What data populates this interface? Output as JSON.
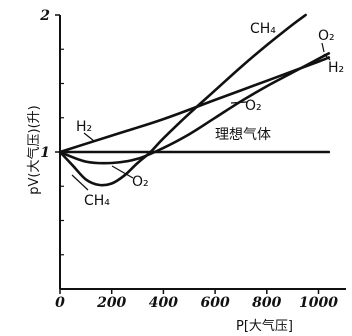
{
  "chart_data": {
    "type": "line",
    "xlabel": "P[大气压]",
    "ylabel": "pV(大气压)(升)",
    "xlim": [
      0,
      1050
    ],
    "ylim": [
      0,
      2
    ],
    "x_ticks": [
      {
        "value": 0,
        "label": "0"
      },
      {
        "value": 200,
        "label": "200"
      },
      {
        "value": 400,
        "label": "400"
      },
      {
        "value": 600,
        "label": "600"
      },
      {
        "value": 800,
        "label": "800"
      },
      {
        "value": 1000,
        "label": "1000"
      }
    ],
    "y_ticks": [
      {
        "value": 1,
        "label": "1"
      },
      {
        "value": 2,
        "label": "2"
      }
    ],
    "series": [
      {
        "name": "H₂",
        "x": [
          0,
          200,
          400,
          600,
          800,
          1000,
          1040
        ],
        "y": [
          1.0,
          1.12,
          1.24,
          1.38,
          1.52,
          1.66,
          1.69
        ]
      },
      {
        "name": "O₂",
        "x": [
          0,
          100,
          200,
          300,
          400,
          500,
          600,
          700,
          800,
          900,
          1000,
          1040
        ],
        "y": [
          1.0,
          0.93,
          0.92,
          0.95,
          1.03,
          1.13,
          1.25,
          1.37,
          1.48,
          1.58,
          1.68,
          1.72
        ]
      },
      {
        "name": "CH₄",
        "x": [
          0,
          50,
          100,
          150,
          200,
          250,
          300,
          350,
          400,
          500,
          600,
          700,
          800,
          900,
          950
        ],
        "y": [
          1.0,
          0.9,
          0.8,
          0.76,
          0.77,
          0.83,
          0.92,
          1.0,
          1.1,
          1.28,
          1.45,
          1.62,
          1.78,
          1.93,
          2.0
        ]
      },
      {
        "name": "理想气体",
        "x": [
          0,
          1040
        ],
        "y": [
          1.0,
          1.0
        ]
      }
    ]
  }
}
